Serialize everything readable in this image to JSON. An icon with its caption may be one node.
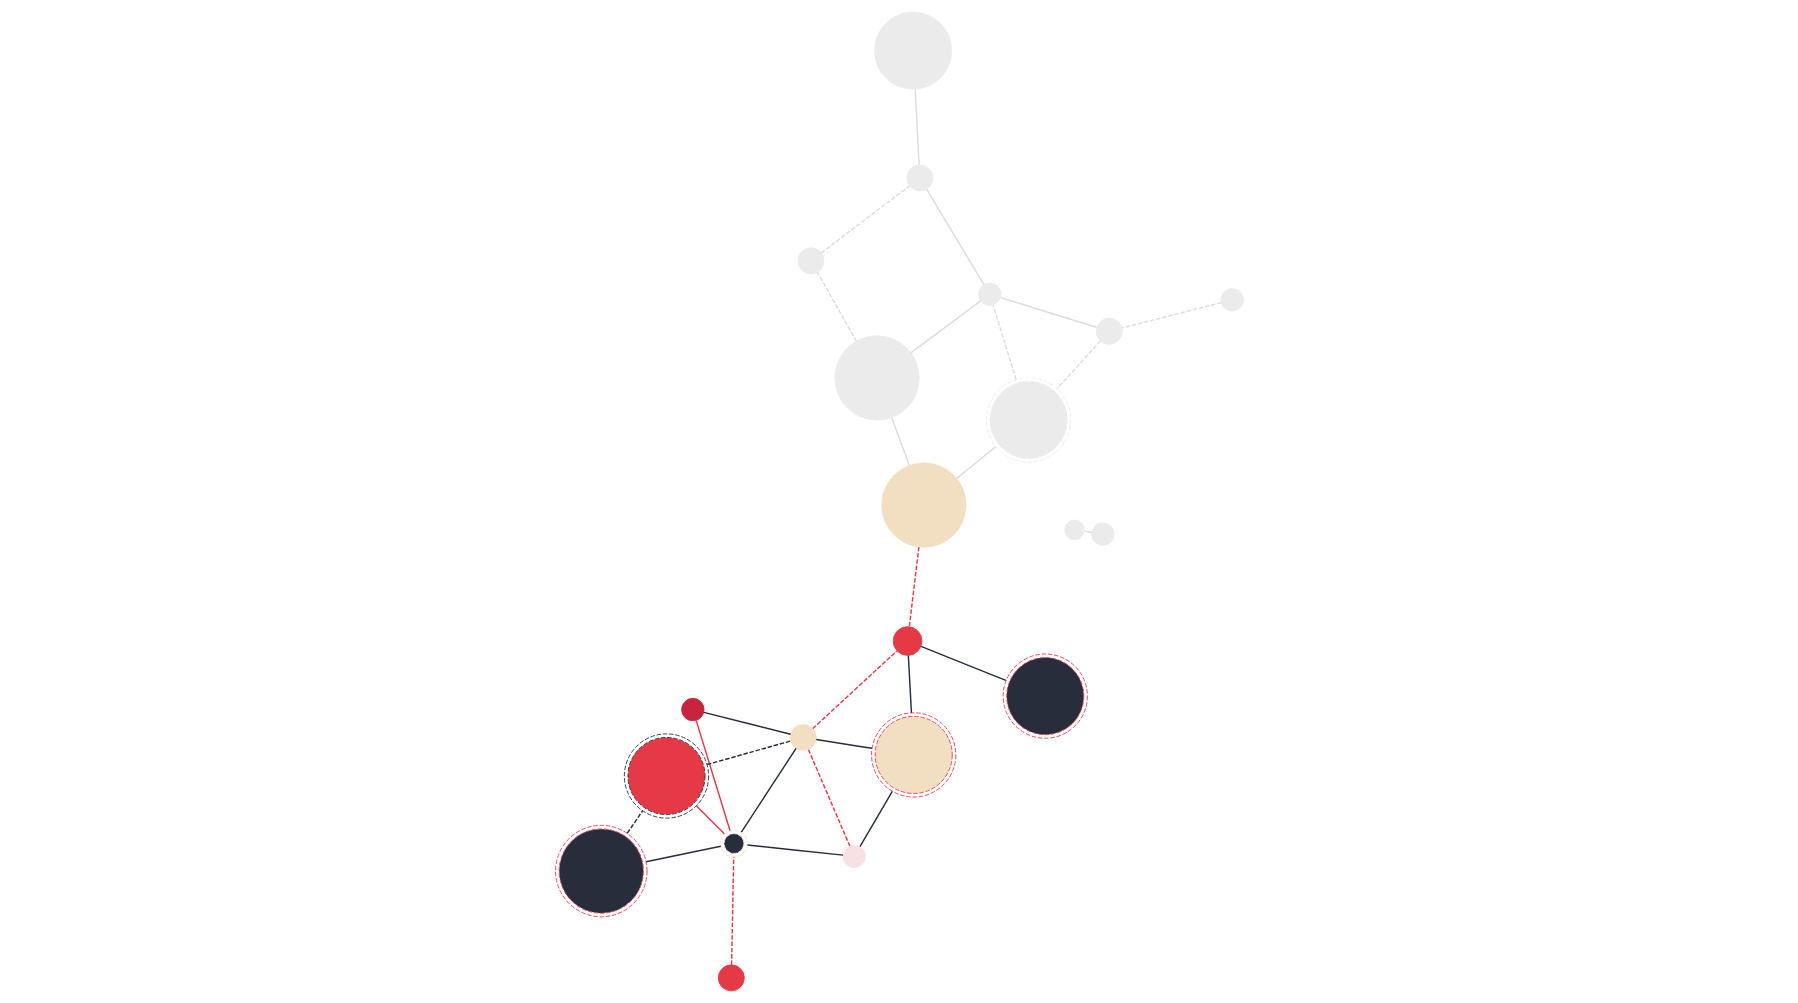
{
  "diagram": {
    "nodes": [
      {
        "text": [],
        "shape": "circle"
      },
      {
        "text": [],
        "shape": "circle"
      },
      {
        "text": [],
        "shape": "circle"
      },
      {
        "text": [],
        "shape": "circle"
      },
      {
        "text": [],
        "shape": "circle"
      },
      {
        "text": [],
        "shape": "circle"
      },
      {
        "text": [],
        "shape": "circle"
      },
      {
        "text": [],
        "shape": "circle"
      },
      {
        "text": [],
        "shape": "circle"
      },
      {
        "text": [],
        "shape": "circle"
      },
      {
        "text": [],
        "shape": "circle"
      },
      {
        "text": [],
        "shape": "circle"
      },
      {
        "text": [],
        "shape": "circle"
      },
      {
        "text": [],
        "shape": "circle"
      },
      {
        "text": [],
        "shape": "circle"
      },
      {
        "text": [],
        "shape": "circle"
      },
      {
        "text": [],
        "shape": "circle"
      },
      {
        "text": [],
        "shape": "circle"
      },
      {
        "text": [],
        "shape": "circle"
      },
      {
        "text": [],
        "shape": "circle"
      },
      {
        "text": [],
        "shape": "circle"
      }
    ],
    "edges": [
      {
        "from": 0,
        "to": 2,
        "arrow": "none",
        "color": "#272d3b"
      },
      {
        "from": 2,
        "to": 5,
        "arrow": "none",
        "color": "#272d3b"
      },
      {
        "from": 2,
        "to": 6,
        "arrow": "none",
        "color": "#272d3b"
      },
      {
        "from": 3,
        "to": 5,
        "arrow": "none",
        "color": "#272d3b"
      },
      {
        "from": 5,
        "to": 7,
        "arrow": "none",
        "color": "#272d3b"
      },
      {
        "from": 6,
        "to": 7,
        "arrow": "none",
        "color": "#272d3b"
      },
      {
        "from": 8,
        "to": 9,
        "arrow": "none",
        "color": "#272d3b"
      },
      {
        "from": 8,
        "to": 7,
        "arrow": "none",
        "color": "#272d3b"
      },
      {
        "from": 2,
        "to": 3,
        "arrow": "none",
        "color": "#e63946"
      },
      {
        "from": 2,
        "to": 4,
        "arrow": "none",
        "color": "#e63946"
      },
      {
        "from": 0,
        "to": 4,
        "arrow": "none",
        "style": "dashed",
        "color": "#272d3b"
      },
      {
        "from": 4,
        "to": 5,
        "arrow": "none",
        "style": "dashed",
        "color": "#272d3b"
      },
      {
        "from": 1,
        "to": 2,
        "arrow": "none",
        "style": "dashed",
        "color": "#e63946"
      },
      {
        "from": 5,
        "to": 8,
        "arrow": "none",
        "style": "dashed",
        "color": "#e63946"
      },
      {
        "from": 5,
        "to": 6,
        "arrow": "none",
        "style": "dashed",
        "color": "#e63946"
      },
      {
        "from": 10,
        "to": 8,
        "arrow": "none",
        "style": "dashed",
        "color": "#e63946"
      },
      {
        "from": 13,
        "to": 11,
        "arrow": "none",
        "style": "dashed"
      },
      {
        "from": 11,
        "to": 12,
        "arrow": "none",
        "style": "dashed"
      },
      {
        "from": 11,
        "to": 18,
        "arrow": "none"
      },
      {
        "from": 12,
        "to": 10,
        "arrow": "none"
      },
      {
        "from": 10,
        "to": 16,
        "arrow": "none"
      },
      {
        "from": 16,
        "to": 18,
        "arrow": "none"
      },
      {
        "from": 12,
        "to": 18,
        "arrow": "none",
        "style": "dashed"
      },
      {
        "from": 14,
        "to": 15,
        "arrow": "none"
      },
      {
        "from": 16,
        "to": 17,
        "arrow": "none",
        "style": "dashed"
      },
      {
        "from": 17,
        "to": 19,
        "arrow": "none",
        "style": "dashed"
      },
      {
        "from": 19,
        "to": 20,
        "arrow": "none"
      },
      {
        "from": 18,
        "to": 19,
        "arrow": "none"
      }
    ]
  }
}
